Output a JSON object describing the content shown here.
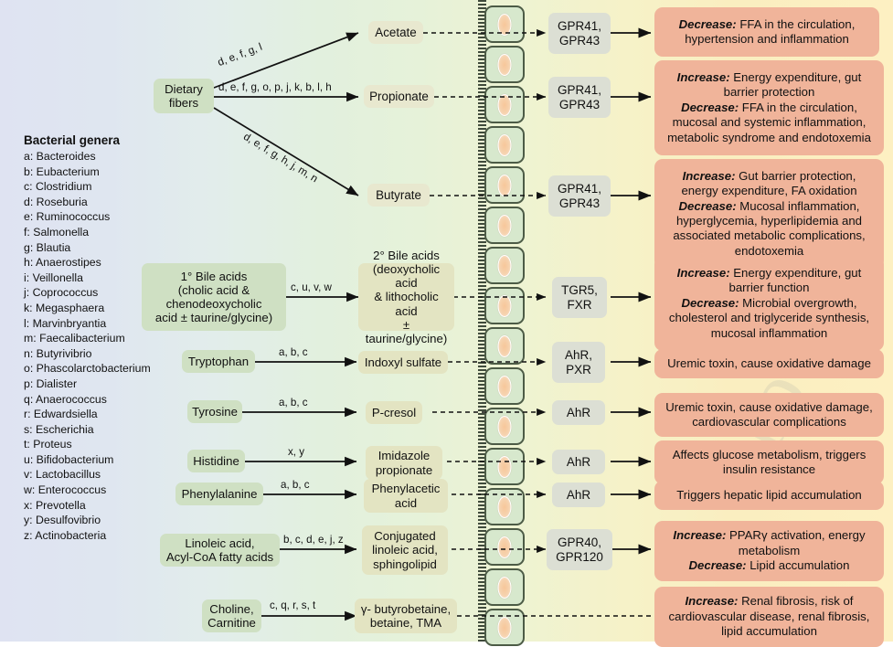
{
  "legend": {
    "title": "Bacterial genera",
    "items": [
      "a: Bacteroides",
      "b: Eubacterium",
      "c: Clostridium",
      "d: Roseburia",
      "e: Ruminococcus",
      "f: Salmonella",
      "g: Blautia",
      "h: Anaerostipes",
      "i: Veillonella",
      "j: Coprococcus",
      "k: Megasphaera",
      "l: Marvinbryantia",
      "m: Faecalibacterium",
      "n: Butyrivibrio",
      "o: Phascolarctobacterium",
      "p: Dialister",
      "q: Anaerococcus",
      "r: Edwardsiella",
      "s: Escherichia",
      "t: Proteus",
      "u: Bifidobacterium",
      "v: Lactobacillus",
      "w: Enterococcus",
      "x: Prevotella",
      "y: Desulfovibrio",
      "z: Actinobacteria"
    ]
  },
  "substrates": {
    "dietary_fibers": "Dietary\nfibers",
    "primary_bile_acids": "1° Bile acids\n(cholic acid &\nchenodeoxycholic\nacid ± taurine/glycine)",
    "tryptophan": "Tryptophan",
    "tyrosine": "Tyrosine",
    "histidine": "Histidine",
    "phenylalanine": "Phenylalanine",
    "linoleic": "Linoleic acid,\nAcyl-CoA fatty acids",
    "choline": "Choline,\nCarnitine"
  },
  "metabolites": {
    "acetate": "Acetate",
    "propionate": "Propionate",
    "butyrate": "Butyrate",
    "secondary_bile_acids": "2° Bile acids\n(deoxycholic acid\n& lithocholic acid\n± taurine/glycine)",
    "indoxyl_sulfate": "Indoxyl sulfate",
    "p_cresol": "P-cresol",
    "imidazole_propionate": "Imidazole\npropionate",
    "phenylacetic_acid": "Phenylacetic\nacid",
    "conjugated_linoleic": "Conjugated\nlinoleic acid,\nsphingolipid",
    "gamma_butyrobetaine": "γ- butyrobetaine,\nbetaine, TMA"
  },
  "enzyme_labels": {
    "fibers_to_acetate": "d, e, f, g, l",
    "fibers_to_propionate": "d, e, f, g, o, p, j, k, b, l, h",
    "fibers_to_butyrate": "d, e, f, g, h, j, m, n",
    "bile_acids": "c, u, v, w",
    "tryptophan": "a, b, c",
    "tyrosine": "a, b, c",
    "histidine": "x, y",
    "phenylalanine": "a, b, c",
    "linoleic": "b, c, d, e, j, z",
    "choline": "c, q, r, s, t"
  },
  "receptors": {
    "acetate": "GPR41,\nGPR43",
    "propionate": "GPR41,\nGPR43",
    "butyrate": "GPR41,\nGPR43",
    "bile_acids": "TGR5,\nFXR",
    "indoxyl_sulfate": "AhR,\nPXR",
    "p_cresol": "AhR",
    "imidazole_propionate": "AhR",
    "phenylacetic_acid": "AhR",
    "conjugated_linoleic": "GPR40,\nGPR120"
  },
  "outcomes": [
    {
      "id": "acetate",
      "lines": [
        {
          "tag": "Decrease:",
          "text": " FFA in the circulation,"
        },
        {
          "tag": "",
          "text": "hypertension and inflammation"
        }
      ]
    },
    {
      "id": "propionate",
      "lines": [
        {
          "tag": "Increase:",
          "text": " Energy expenditure, gut"
        },
        {
          "tag": "",
          "text": "barrier protection"
        },
        {
          "tag": "Decrease:",
          "text": " FFA in the circulation,"
        },
        {
          "tag": "",
          "text": "mucosal and systemic inflammation,"
        },
        {
          "tag": "",
          "text": "metabolic syndrome and endotoxemia"
        }
      ]
    },
    {
      "id": "butyrate",
      "lines": [
        {
          "tag": "Increase:",
          "text": " Gut barrier protection,"
        },
        {
          "tag": "",
          "text": "energy expenditure, FA oxidation"
        },
        {
          "tag": "Decrease:",
          "text": " Mucosal inflammation,"
        },
        {
          "tag": "",
          "text": "hyperglycemia, hyperlipidemia and"
        },
        {
          "tag": "",
          "text": "associated metabolic complications,"
        },
        {
          "tag": "",
          "text": "endotoxemia"
        }
      ]
    },
    {
      "id": "bile_acids",
      "lines": [
        {
          "tag": "Increase:",
          "text": " Energy expenditure, gut"
        },
        {
          "tag": "",
          "text": "barrier function"
        },
        {
          "tag": "Decrease:",
          "text": " Microbial overgrowth,"
        },
        {
          "tag": "",
          "text": "cholesterol and triglyceride synthesis,"
        },
        {
          "tag": "",
          "text": "mucosal inflammation"
        }
      ]
    },
    {
      "id": "indoxyl_sulfate",
      "lines": [
        {
          "tag": "",
          "text": "Uremic toxin, cause oxidative damage"
        }
      ]
    },
    {
      "id": "p_cresol",
      "lines": [
        {
          "tag": "",
          "text": "Uremic toxin, cause oxidative damage,"
        },
        {
          "tag": "",
          "text": "cardiovascular complications"
        }
      ]
    },
    {
      "id": "imidazole_propionate",
      "lines": [
        {
          "tag": "",
          "text": "Affects glucose metabolism, triggers"
        },
        {
          "tag": "",
          "text": "insulin resistance"
        }
      ]
    },
    {
      "id": "phenylacetic_acid",
      "lines": [
        {
          "tag": "",
          "text": "Triggers hepatic lipid accumulation"
        }
      ]
    },
    {
      "id": "conjugated_linoleic",
      "lines": [
        {
          "tag": "Increase:",
          "text": " PPARγ activation, energy"
        },
        {
          "tag": "",
          "text": "metabolism"
        },
        {
          "tag": "Decrease:",
          "text": " Lipid accumulation"
        }
      ]
    },
    {
      "id": "gamma_butyrobetaine",
      "lines": [
        {
          "tag": "Increase:",
          "text": " Renal fibrosis, risk of"
        },
        {
          "tag": "",
          "text": "cardiovascular disease, renal fibrosis,"
        },
        {
          "tag": "",
          "text": "lipid accumulation"
        }
      ]
    }
  ],
  "colors": {
    "substrate_box": "#cfe0c3",
    "metabolite_box": "#e3e4c2",
    "receptor_box": "#dcdfd4",
    "outcome_box": "#f0b49a",
    "epithelial_cell": "#d7e8cd",
    "nucleus": "#f7c79a",
    "arrow": "#111111"
  }
}
